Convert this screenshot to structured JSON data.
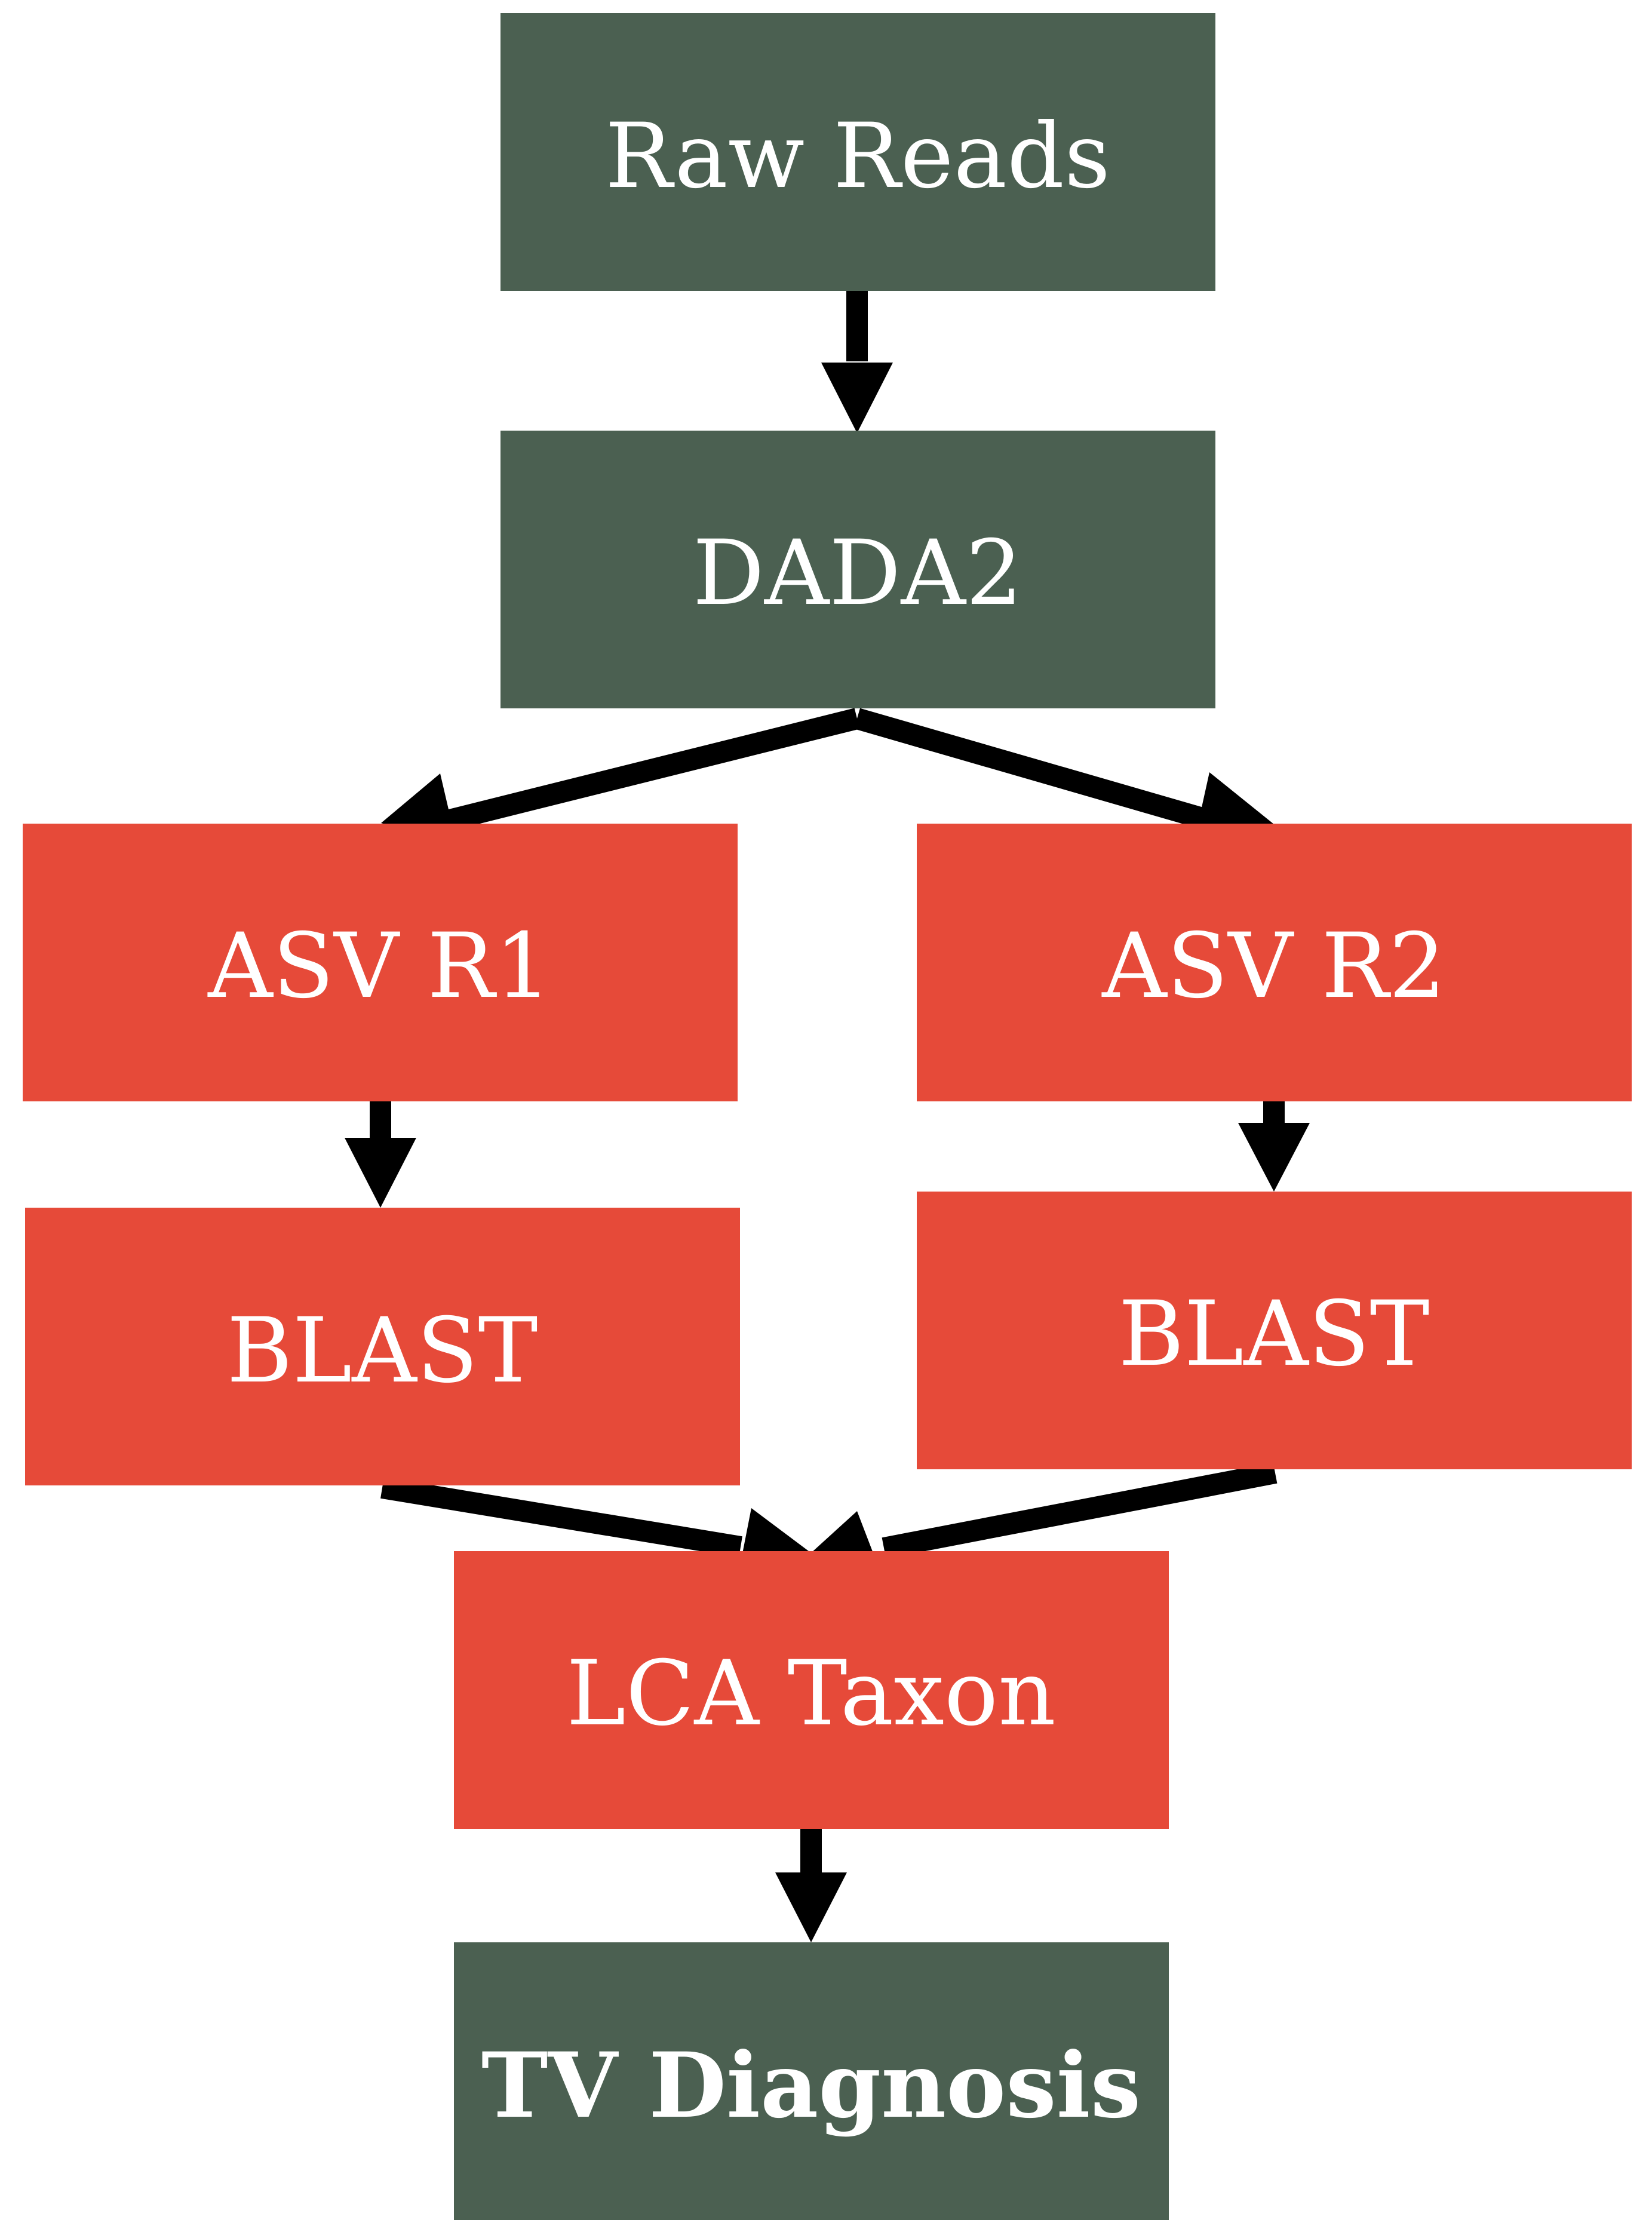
{
  "colors": {
    "dark_node": "#4b6051",
    "red_node": "#e64a39",
    "edge": "#000000",
    "label": "#ffffff"
  },
  "nodes": {
    "raw_reads": "Raw Reads",
    "dada2": "DADA2",
    "asv_r1": "ASV R1",
    "asv_r2": "ASV R2",
    "blast_left": "BLAST",
    "blast_right": "BLAST",
    "lca_taxon": "LCA Taxon",
    "tv_diagnosis": "TV Diagnosis"
  },
  "edges": [
    {
      "from": "raw_reads",
      "to": "dada2"
    },
    {
      "from": "dada2",
      "to": "asv_r1"
    },
    {
      "from": "dada2",
      "to": "asv_r2"
    },
    {
      "from": "asv_r1",
      "to": "blast_left"
    },
    {
      "from": "asv_r2",
      "to": "blast_right"
    },
    {
      "from": "blast_left",
      "to": "lca_taxon"
    },
    {
      "from": "blast_right",
      "to": "lca_taxon"
    },
    {
      "from": "lca_taxon",
      "to": "tv_diagnosis"
    }
  ]
}
